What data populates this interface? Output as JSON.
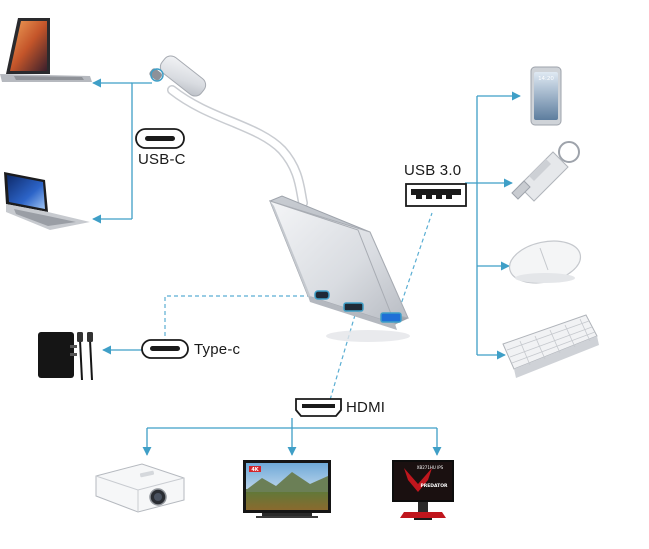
{
  "labels": {
    "usb_c": "USB-C",
    "usb3": "USB 3.0",
    "type_c": "Type-c",
    "hdmi": "HDMI",
    "monitor_4k_badge": "4K"
  },
  "device_text": {
    "phone_clock": "14:20",
    "monitor_brand": "PREDATOR",
    "monitor_model": "XB271HU IPS"
  },
  "colors": {
    "connector_line": "#3f9fc7",
    "dashed_line": "#5aaed3",
    "text": "#1a1a1a"
  }
}
